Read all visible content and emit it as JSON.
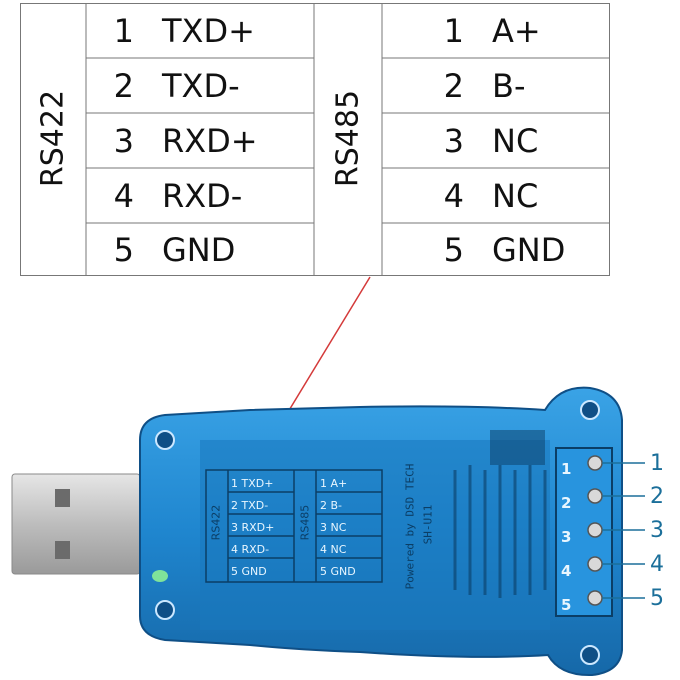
{
  "table": {
    "rs422_label": "RS422",
    "rs485_label": "RS485",
    "rs422_rows": [
      {
        "num": "1",
        "signal": "TXD+"
      },
      {
        "num": "2",
        "signal": "TXD-"
      },
      {
        "num": "3",
        "signal": "RXD+"
      },
      {
        "num": "4",
        "signal": "RXD-"
      },
      {
        "num": "5",
        "signal": "GND"
      }
    ],
    "rs485_rows": [
      {
        "num": "1",
        "signal": "A+"
      },
      {
        "num": "2",
        "signal": "B-"
      },
      {
        "num": "3",
        "signal": "NC"
      },
      {
        "num": "4",
        "signal": "NC"
      },
      {
        "num": "5",
        "signal": "GND"
      }
    ]
  },
  "device": {
    "brand_text": "Powered by DSD TECH",
    "model_text": "SH-U11",
    "pcb_rs422": "RS422",
    "pcb_rs485": "RS485",
    "pcb_rs422_rows": [
      "1  TXD+",
      "2  TXD-",
      "3  RXD+",
      "4  RXD-",
      "5  GND"
    ],
    "pcb_rs485_rows": [
      "1  A+",
      "2  B-",
      "3  NC",
      "4  NC",
      "5  GND"
    ],
    "terminal_labels": [
      "1",
      "2",
      "3",
      "4",
      "5"
    ],
    "pin_callouts": [
      "1",
      "2",
      "3",
      "4",
      "5"
    ]
  },
  "colors": {
    "housing": "#2a8fd4",
    "housing_dark": "#1a5f99",
    "usb_metal": "#c9c9c9",
    "callout_line": "#d43a3a",
    "callout_text": "#1b6f9a"
  }
}
